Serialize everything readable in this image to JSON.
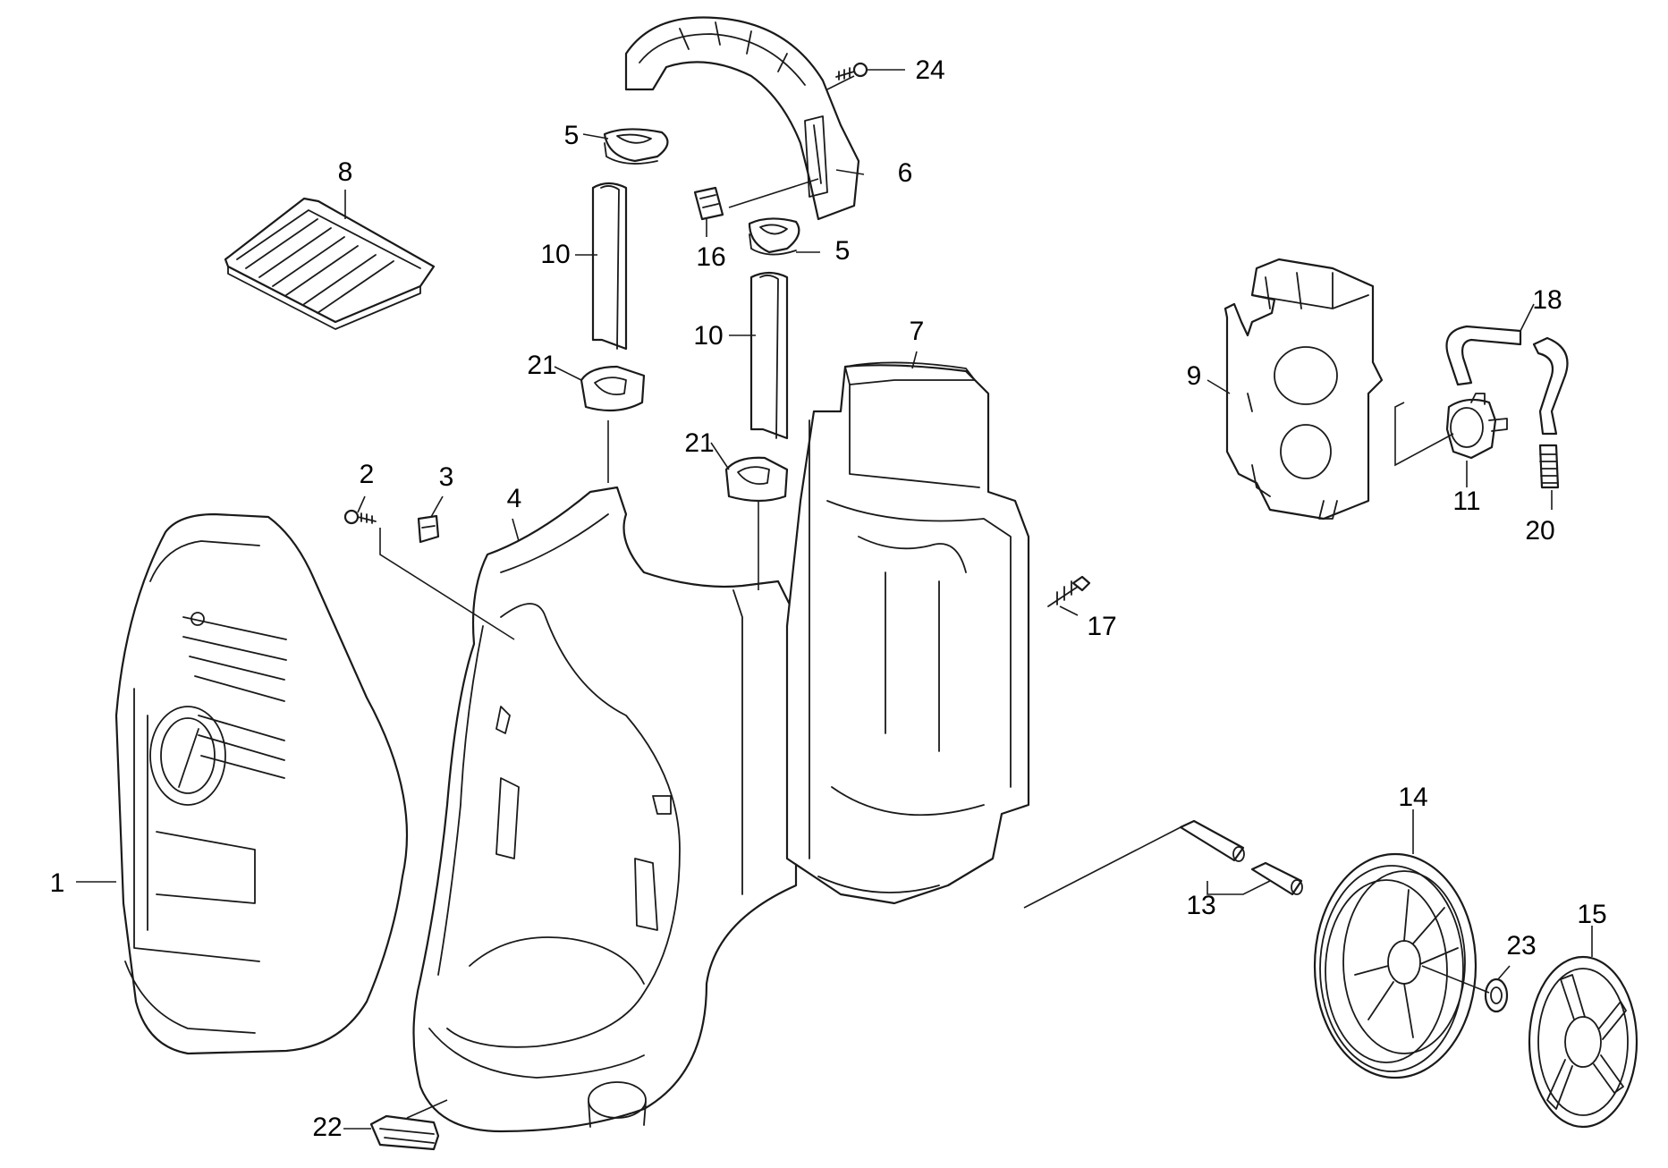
{
  "diagram": {
    "callouts": [
      {
        "id": "c1",
        "label": "1"
      },
      {
        "id": "c2",
        "label": "2"
      },
      {
        "id": "c3",
        "label": "3"
      },
      {
        "id": "c4",
        "label": "4"
      },
      {
        "id": "c5a",
        "label": "5"
      },
      {
        "id": "c5b",
        "label": "5"
      },
      {
        "id": "c6",
        "label": "6"
      },
      {
        "id": "c7",
        "label": "7"
      },
      {
        "id": "c8",
        "label": "8"
      },
      {
        "id": "c9",
        "label": "9"
      },
      {
        "id": "c10a",
        "label": "10"
      },
      {
        "id": "c10b",
        "label": "10"
      },
      {
        "id": "c11",
        "label": "11"
      },
      {
        "id": "c13",
        "label": "13"
      },
      {
        "id": "c14",
        "label": "14"
      },
      {
        "id": "c15",
        "label": "15"
      },
      {
        "id": "c16",
        "label": "16"
      },
      {
        "id": "c17",
        "label": "17"
      },
      {
        "id": "c18",
        "label": "18"
      },
      {
        "id": "c20",
        "label": "20"
      },
      {
        "id": "c21a",
        "label": "21"
      },
      {
        "id": "c21b",
        "label": "21"
      },
      {
        "id": "c22",
        "label": "22"
      },
      {
        "id": "c23",
        "label": "23"
      },
      {
        "id": "c24",
        "label": "24"
      }
    ]
  }
}
